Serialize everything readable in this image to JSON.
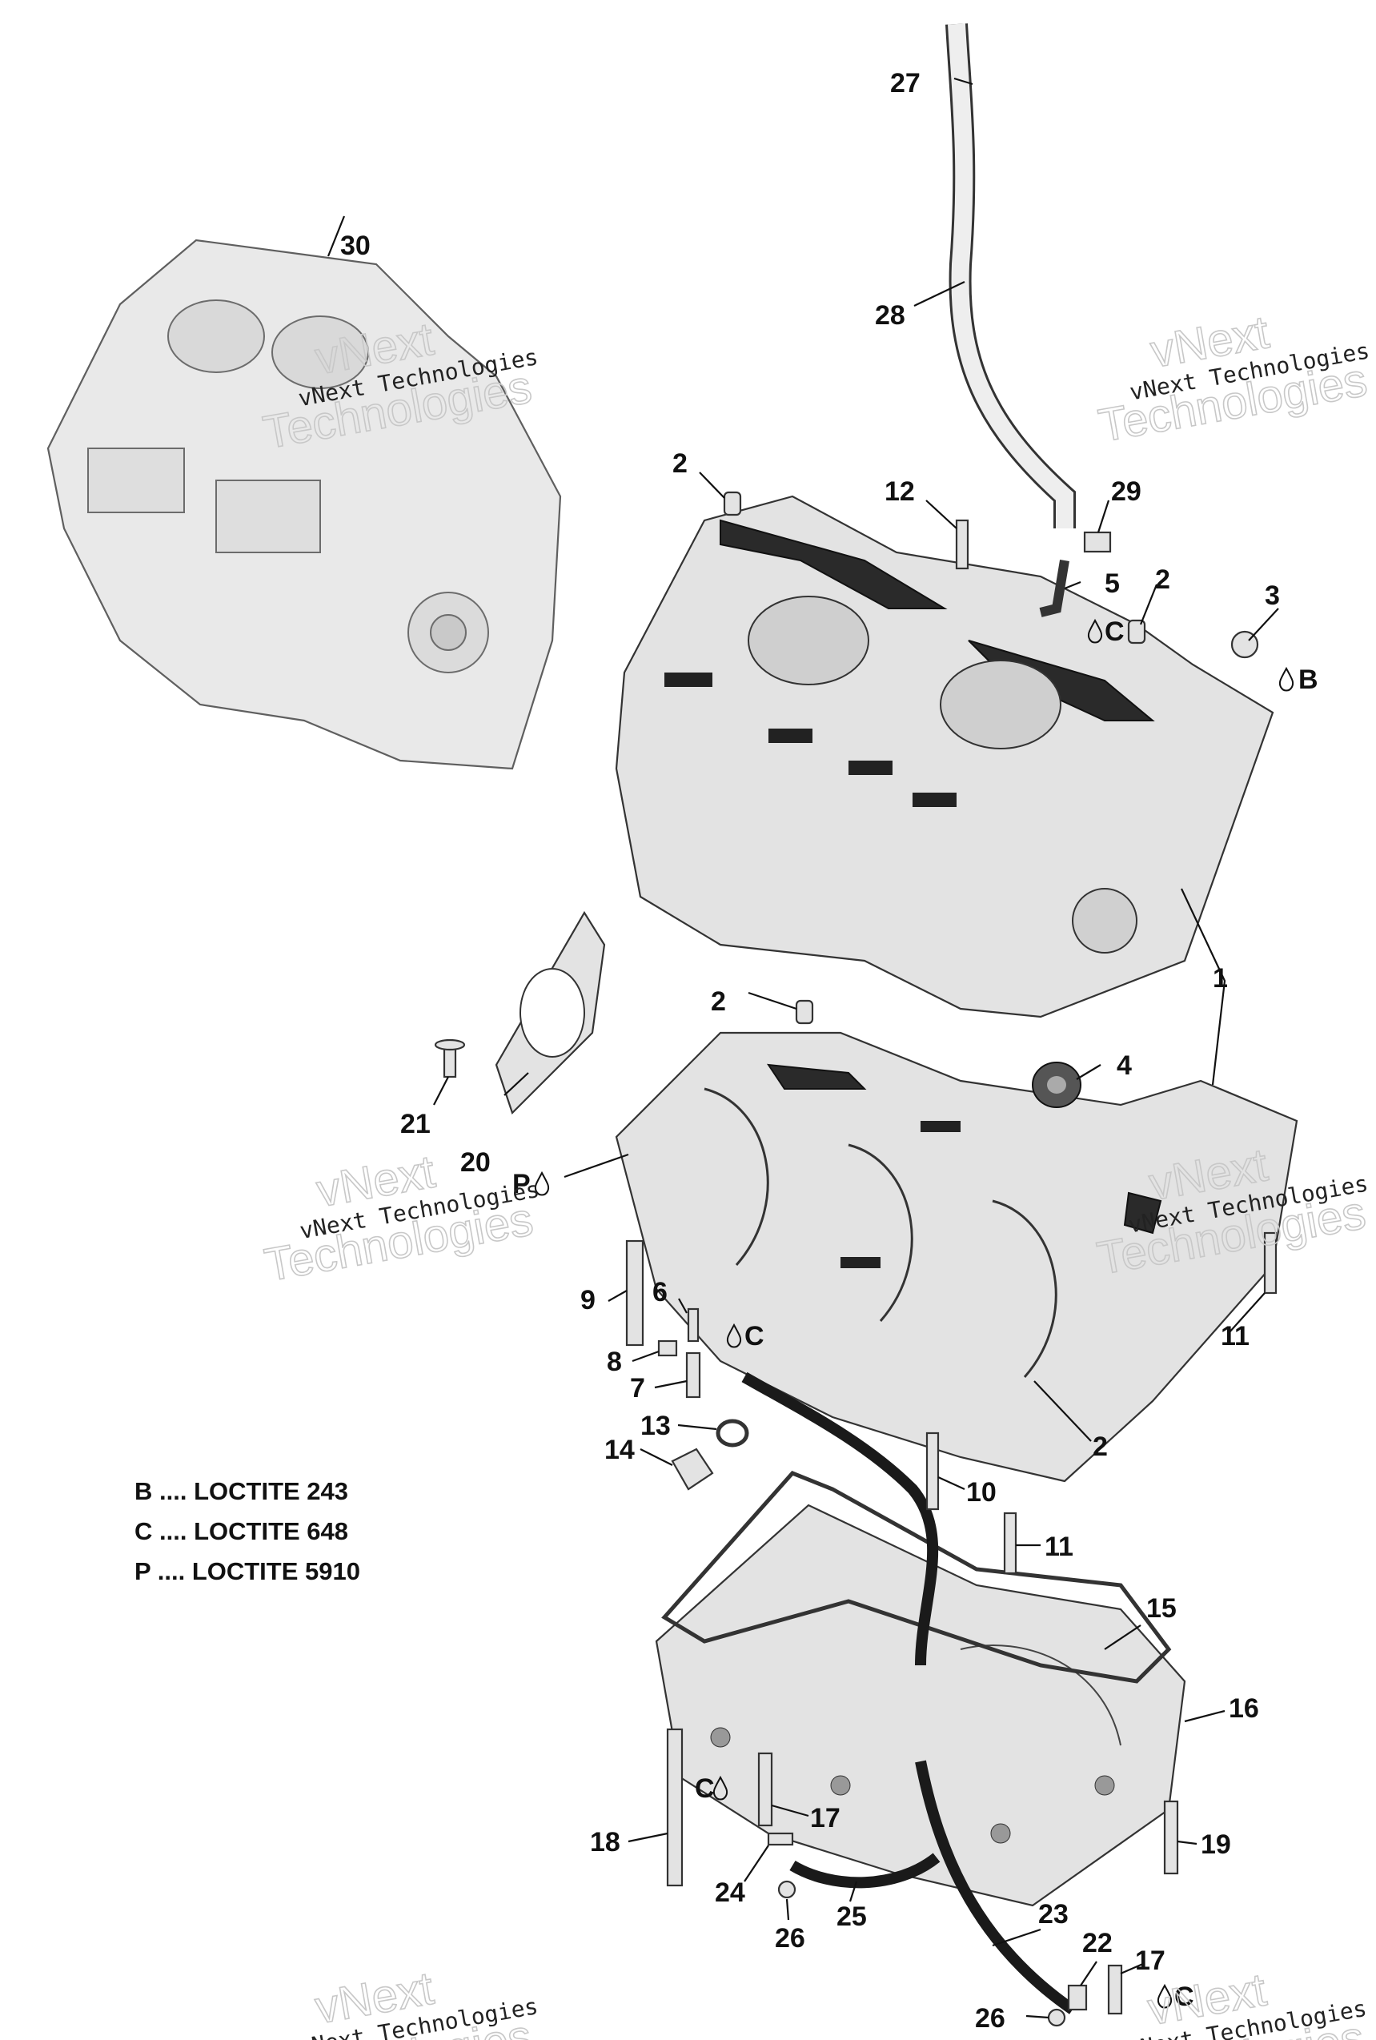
{
  "callouts": [
    "1",
    "2",
    "3",
    "4",
    "5",
    "6",
    "7",
    "8",
    "9",
    "10",
    "11",
    "12",
    "13",
    "14",
    "15",
    "16",
    "17",
    "18",
    "19",
    "20",
    "21",
    "22",
    "23",
    "24",
    "25",
    "26",
    "27",
    "28",
    "29",
    "30"
  ],
  "legend": [
    {
      "code": "B",
      "text": ".... LOCTITE 243"
    },
    {
      "code": "C",
      "text": ".... LOCTITE 648"
    },
    {
      "code": "P",
      "text": ".... LOCTITE 5910"
    }
  ],
  "adhesive_markers": {
    "b": "B",
    "c": "C",
    "p": "P"
  },
  "watermark": {
    "line1": "vNext Technologies",
    "line2": "vNext",
    "line3": "Technologies"
  }
}
